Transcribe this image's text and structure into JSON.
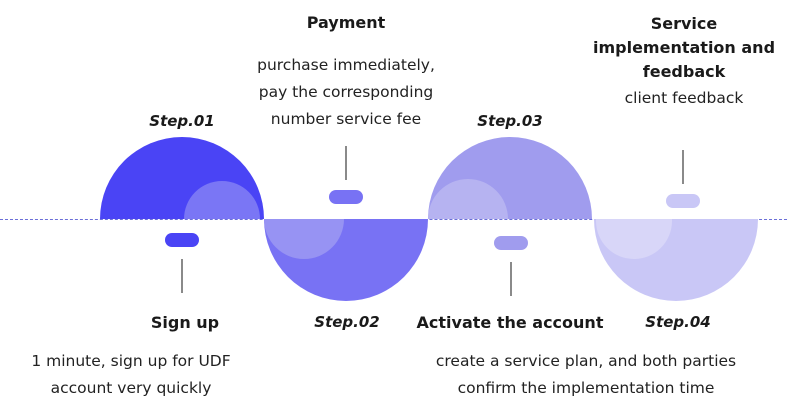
{
  "colors": {
    "step1": "#4a44f5",
    "step2": "#7872f4",
    "step3": "#a09cee",
    "step4": "#c9c7f6",
    "baseline": "#6b6fd8"
  },
  "steps": [
    {
      "label": "Step.01",
      "title": "Sign up",
      "desc": [
        "1 minute, sign up for UDF",
        "account very quickly"
      ]
    },
    {
      "label": "Step.02",
      "title": "Payment",
      "desc": [
        "purchase immediately,",
        "pay the corresponding",
        "number service fee"
      ]
    },
    {
      "label": "Step.03",
      "title": "Activate the account",
      "desc": [
        "create a service plan, and both parties",
        "confirm the implementation time"
      ]
    },
    {
      "label": "Step.04",
      "title": [
        "Service",
        "implementation and",
        "feedback"
      ],
      "desc": [
        "client feedback"
      ]
    }
  ]
}
